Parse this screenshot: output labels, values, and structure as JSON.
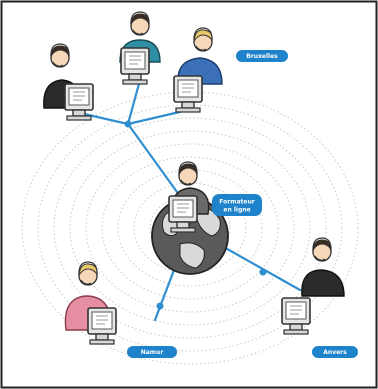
{
  "labels": {
    "bruxelles": "Bruxelles",
    "formateur_line1": "Formateur",
    "formateur_line2": "en ligne",
    "namur": "Namur",
    "anvers": "Anvers"
  },
  "colors": {
    "network_line": "#2f8fd0",
    "label_bg": "#1f83cc",
    "globe": "#5c5c5c",
    "monitor": "#e3e3e3",
    "frame_border": "#222222"
  }
}
